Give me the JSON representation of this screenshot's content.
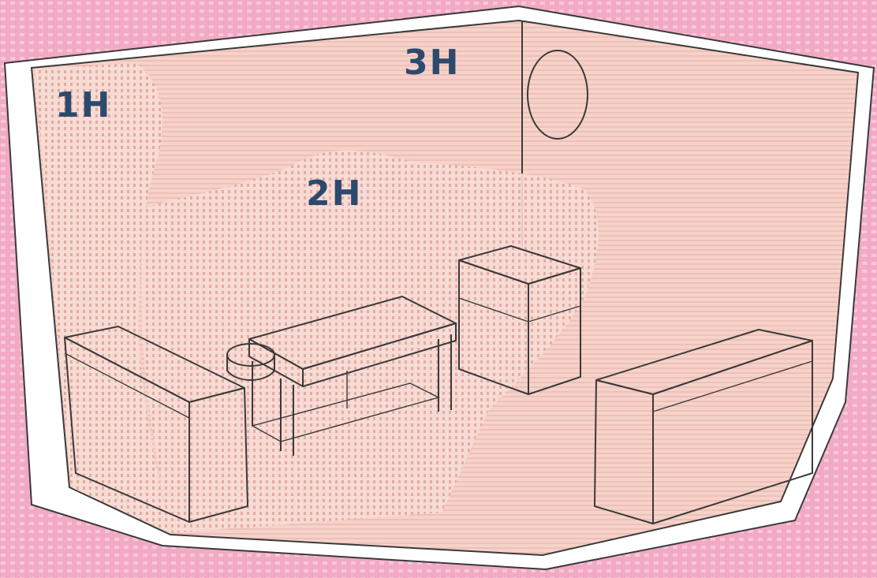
{
  "zones": [
    {
      "id": "1H",
      "label": "1H"
    },
    {
      "id": "2H",
      "label": "2H"
    },
    {
      "id": "3H",
      "label": "3H"
    }
  ],
  "colors": {
    "background_pink": "#f2a9c4",
    "room_fill": "#f6d2c9",
    "label_blue": "#2c4a6e",
    "outline": "#3a3a3a",
    "frame_white": "#ffffff"
  },
  "icons": {
    "wall_mirror": "oval-mirror-icon",
    "massage_table": "massage-table-icon",
    "cabinet": "cabinet-icon",
    "bench": "bench-icon",
    "side_counter": "counter-icon"
  }
}
